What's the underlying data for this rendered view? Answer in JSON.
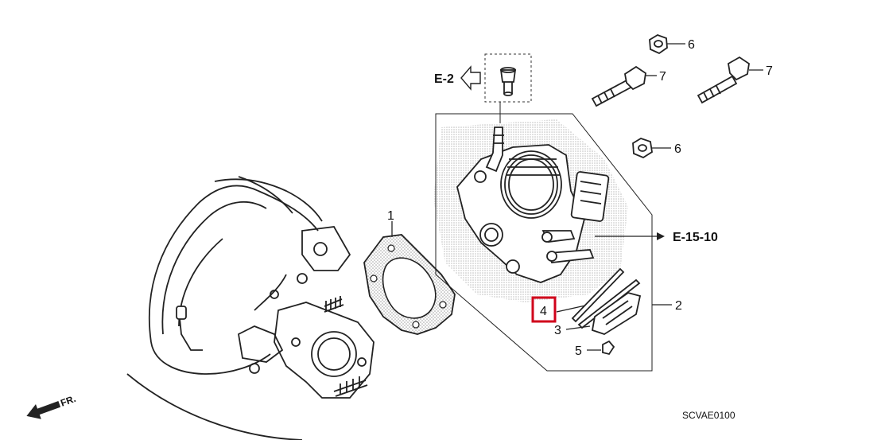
{
  "labels": {
    "p1": "1",
    "p2": "2",
    "p3": "3",
    "p4": "4",
    "p5": "5",
    "p6a": "6",
    "p6b": "6",
    "p7a": "7",
    "p7b": "7"
  },
  "references": {
    "e2": "E-2",
    "e1510": "E-15-10"
  },
  "direction": "FR.",
  "diagram_code": "SCVAE0100",
  "colors": {
    "line": "#222222",
    "highlight": "#d0021b",
    "stipple": "#9a9a9a",
    "background": "#ffffff"
  },
  "highlighted_part": "4",
  "icons": [
    "front-direction-arrow-icon",
    "reference-arrow-left-icon",
    "reference-arrow-right-icon"
  ]
}
